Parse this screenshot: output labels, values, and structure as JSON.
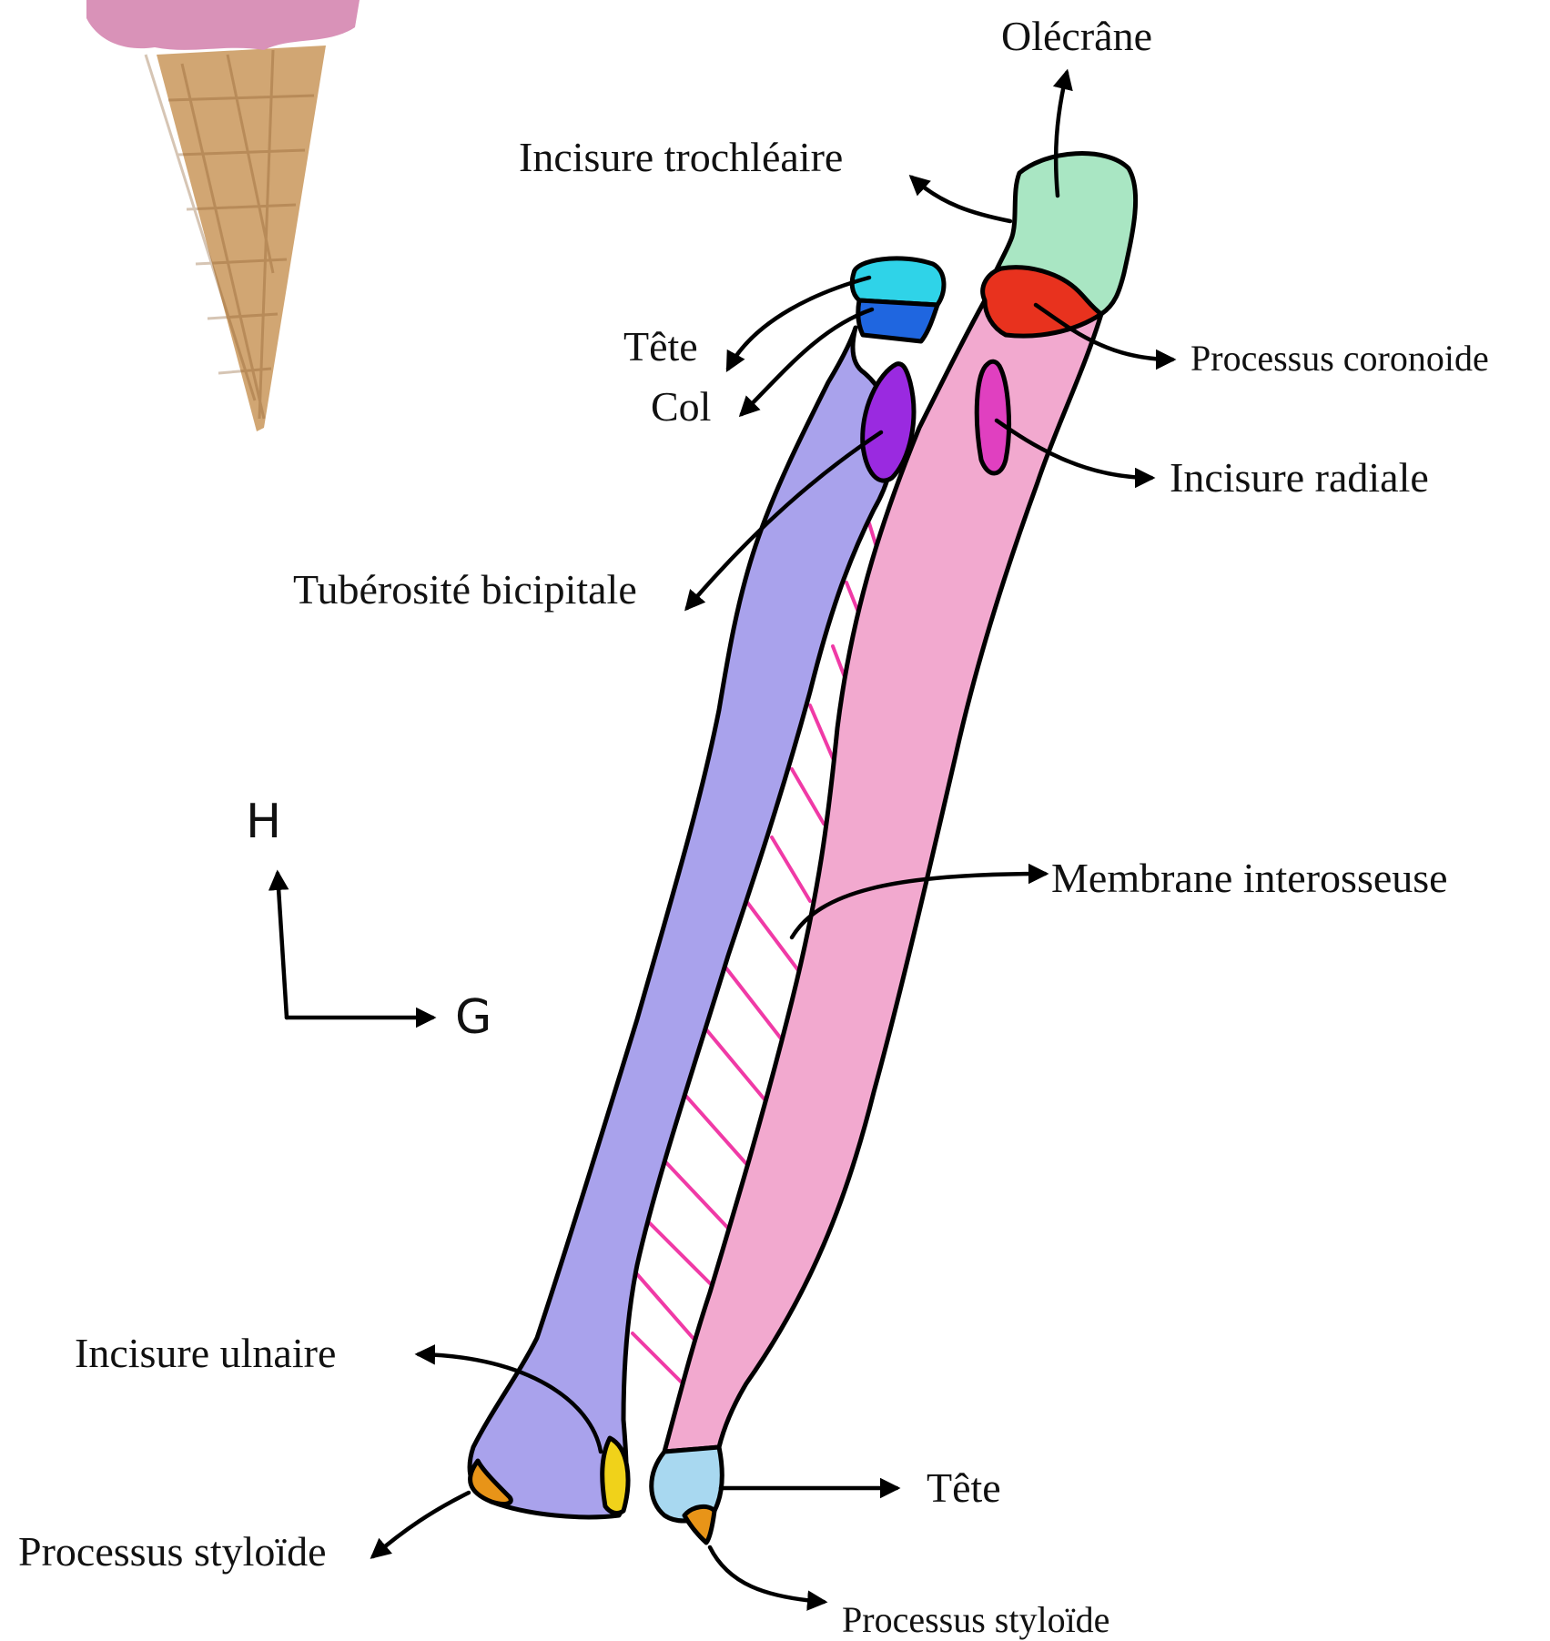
{
  "labels": {
    "olecrane": "Olécrâne",
    "incisure_trochleaire": "Incisure trochléaire",
    "tete_radius": "Tête",
    "col": "Col",
    "processus_coronoide": "Processus coronoide",
    "incisure_radiale": "Incisure radiale",
    "tuberosite": "Tubérosité bicipitale",
    "membrane": "Membrane interosseuse",
    "incisure_ulnaire": "Incisure ulnaire",
    "processus_styloide_radius": "Processus styloïde",
    "tete_ulna": "Tête",
    "processus_styloide_ulna": "Processus styloïde"
  },
  "orientation": {
    "up": "H",
    "side": "G"
  },
  "colors": {
    "radius": "#a9a2ec",
    "ulna": "#f2a9cf",
    "olecrane": "#a9e6c3",
    "coronoid": "#e8321e",
    "radial_notch": "#e040c0",
    "radius_head": "#2fd3e8",
    "radius_neck": "#1f66e0",
    "tuberosity": "#9a2ae0",
    "ulnar_notch": "#f0d21a",
    "styloid": "#e89418",
    "ulna_head": "#a8d8f0",
    "membrane": "#f03aa6",
    "cone": "#c9965a",
    "ice_cream": "#d992b8"
  },
  "decorations": [
    "ice-cream-cone"
  ]
}
